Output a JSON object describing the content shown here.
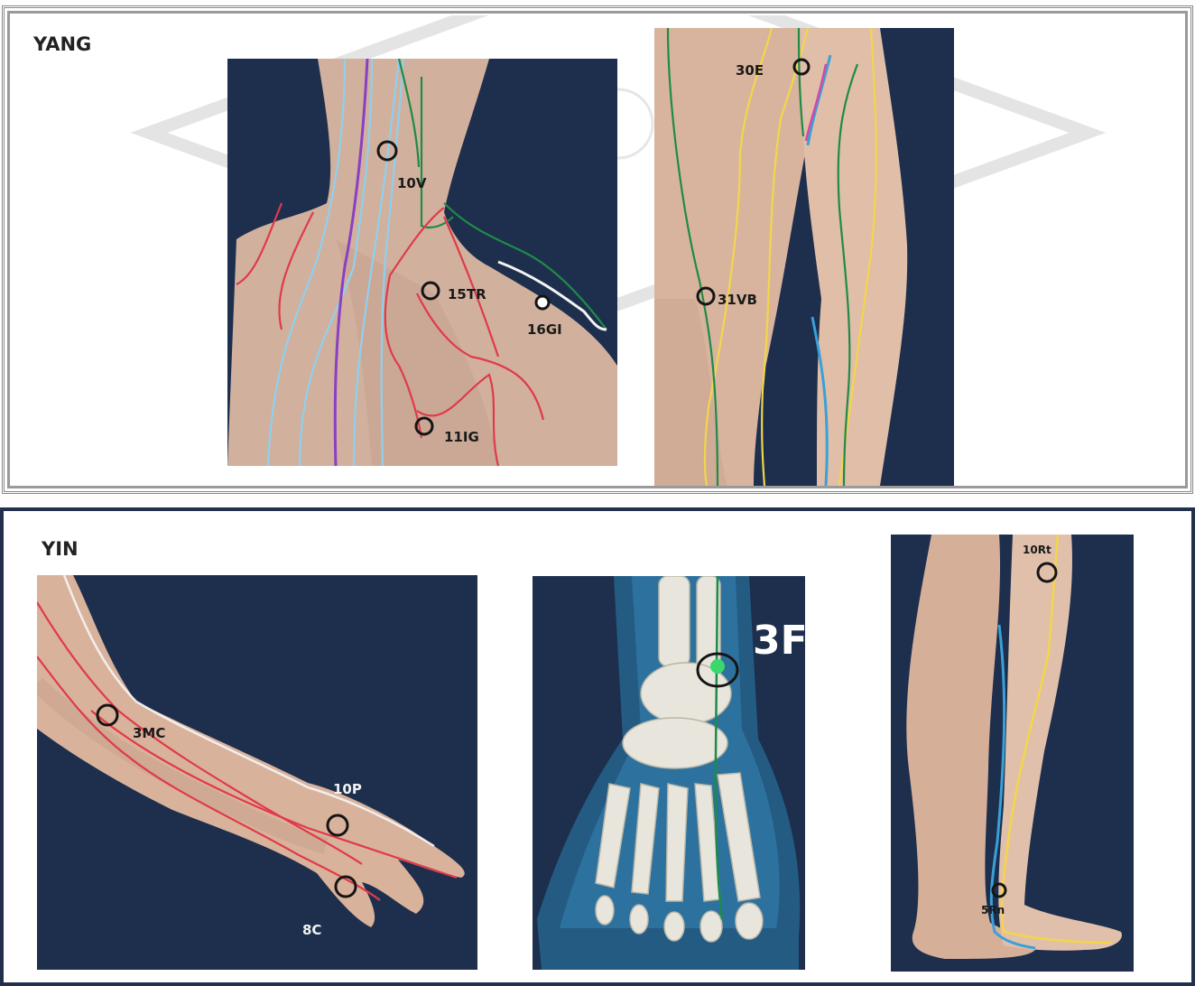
{
  "sections": {
    "yang": {
      "title": "YANG"
    },
    "yin": {
      "title": "YIN"
    }
  },
  "points": {
    "p10V": "10V",
    "p15TR": "15TR",
    "p16GI": "16GI",
    "p11IG": "11IG",
    "p30E": "30E",
    "p31VB": "31VB",
    "p3MC": "3MC",
    "p10P": "10P",
    "p8C": "8C",
    "p3F": "3F",
    "p10Rt": "10Rt",
    "p5Rn": "5Rn"
  },
  "colors": {
    "panel_background": "#1d2f4d",
    "skin": "#d9b8a4",
    "meridian_red": "#e03a4a",
    "meridian_green": "#1f8a4a",
    "meridian_yellow": "#f2d64a",
    "meridian_blue": "#3aa0d8",
    "meridian_lightblue": "#8fd0ef",
    "meridian_purple": "#8a3fc4",
    "marker": "#151515"
  }
}
